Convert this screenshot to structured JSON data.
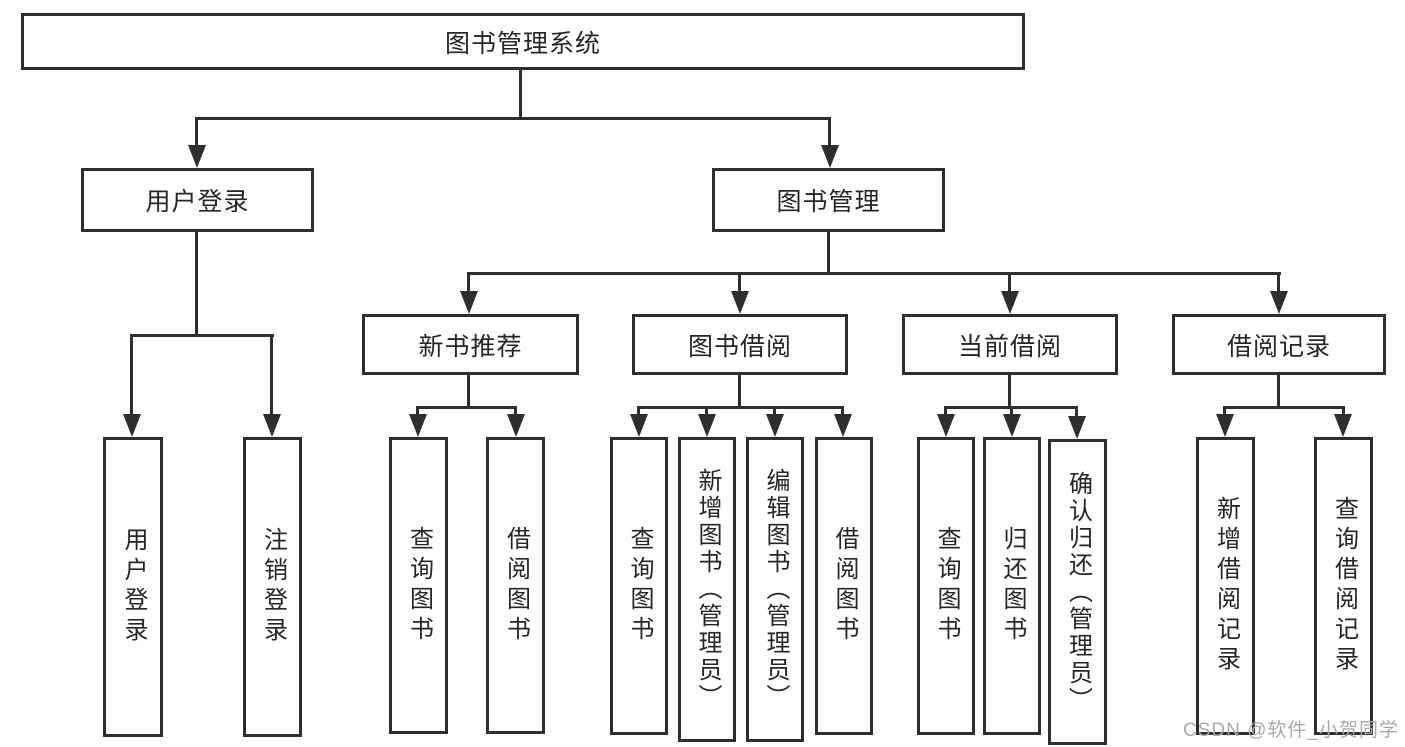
{
  "diagram": {
    "root": "图书管理系统",
    "branches": [
      "用户登录",
      "图书管理"
    ],
    "modules": [
      "新书推荐",
      "图书借阅",
      "当前借阅",
      "借阅记录"
    ],
    "leaves_user_login": [
      "用户登录",
      "注销登录"
    ],
    "leaves_new_books": [
      "查询图书",
      "借阅图书"
    ],
    "leaves_book_borrow": [
      "查询图书",
      "新增图书（管理员）",
      "编辑图书（管理员）",
      "借阅图书"
    ],
    "leaves_current_borrow": [
      "查询图书",
      "归还图书",
      "确认归还（管理员）"
    ],
    "leaves_borrow_records": [
      "新增借阅记录",
      "查询借阅记录"
    ]
  },
  "watermark": {
    "text": "CSDN @软件_小贺同学"
  },
  "colors": {
    "line": "#2e2e2e",
    "text": "#262626",
    "watermark": "#a9a9a9",
    "background": "#ffffff"
  }
}
